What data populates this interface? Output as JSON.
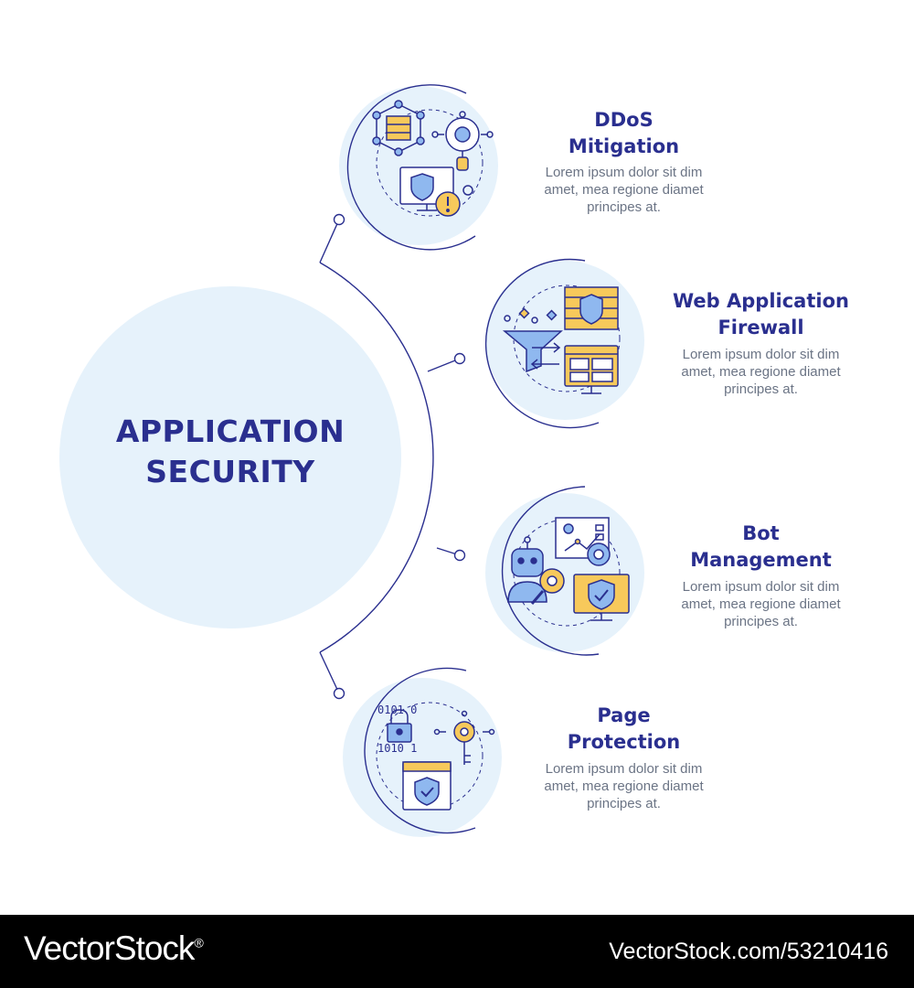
{
  "center": {
    "line1": "APPLICATION",
    "line2": "SECURITY"
  },
  "items": [
    {
      "title_lines": [
        "DDoS",
        "Mitigation"
      ],
      "desc_lines": [
        "Lorem ipsum dolor sit dim",
        "amet, mea regione diamet",
        "principes at."
      ],
      "icon": "ddos-network-shield-icon"
    },
    {
      "title_lines": [
        "Web Application",
        "Firewall"
      ],
      "desc_lines": [
        "Lorem ipsum dolor sit dim",
        "amet, mea regione diamet",
        "principes at."
      ],
      "icon": "firewall-funnel-monitor-icon"
    },
    {
      "title_lines": [
        "Bot",
        "Management"
      ],
      "desc_lines": [
        "Lorem ipsum dolor sit dim",
        "amet, mea regione diamet",
        "principes at."
      ],
      "icon": "bot-gear-shield-icon"
    },
    {
      "title_lines": [
        "Page",
        "Protection"
      ],
      "desc_lines": [
        "Lorem ipsum dolor sit dim",
        "amet, mea regione diamet",
        "principes at."
      ],
      "icon": "lock-key-webpage-icon"
    }
  ],
  "colors": {
    "circle_fill": "#e6f2fb",
    "line": "#2a2f8f",
    "title_text": "#2a2f8f",
    "body_text": "#6b7485",
    "icon_blue": "#8fb8ef",
    "icon_yellow": "#f7c95b",
    "footer_bg": "#000000"
  },
  "footer": {
    "brand": "VectorStock",
    "brand_mark": "®",
    "ref": "VectorStock.com/53210416"
  }
}
